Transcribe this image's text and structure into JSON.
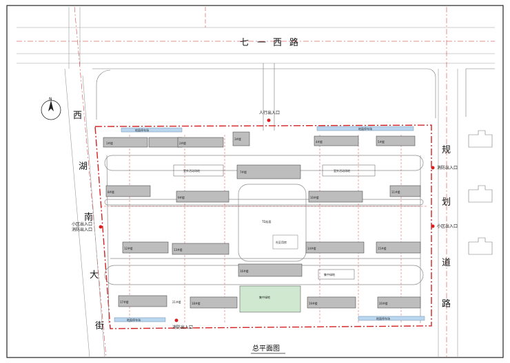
{
  "title": "总平面图",
  "north": "N",
  "roads": {
    "north_road": [
      "七",
      "一",
      "西",
      "路"
    ],
    "west_road": [
      "西",
      "湖",
      "南",
      "大",
      "街"
    ],
    "east_road": [
      "规",
      "划",
      "道",
      "路"
    ]
  },
  "entrances": {
    "pedestrian_top": "人行出入口",
    "fire_east": "消防出入口",
    "community_east": "小区出入口",
    "community_west": "小区出入口",
    "fire_west": "消防出入口",
    "fire_bottom": "消防出入口"
  },
  "buildings": {
    "top_row": [
      "1#楼",
      "2#楼",
      "3#楼",
      "4#楼",
      "5#楼"
    ],
    "center": "7#楼",
    "row2": [
      "8#楼",
      "9#楼",
      "10#楼",
      "11#楼"
    ],
    "row3": [
      "12#楼",
      "13#楼",
      "14#楼",
      "15#楼",
      "16#楼"
    ],
    "row4": [
      "17#楼",
      "18#楼",
      "19#楼",
      "20#楼",
      "21#楼"
    ],
    "public": "社区用房"
  },
  "areas": {
    "green_left": "室外活动场地",
    "green_right": "室外活动场地",
    "square": "TD店面",
    "playground": "集中绿地",
    "bottom_green": "集中绿地",
    "parking_top_left": "地面停车场",
    "parking_top_right": "地面停车场",
    "parking_bottom_left": "地面停车场",
    "parking_bottom_right": "地面停车场"
  },
  "colors": {
    "boundary": "#d42020",
    "line": "#333333",
    "road_edge": "#8a8a8a",
    "building_fill": "#bdbdbd",
    "green_fill": "#cfe8cf",
    "water": "#b9d6ee"
  }
}
